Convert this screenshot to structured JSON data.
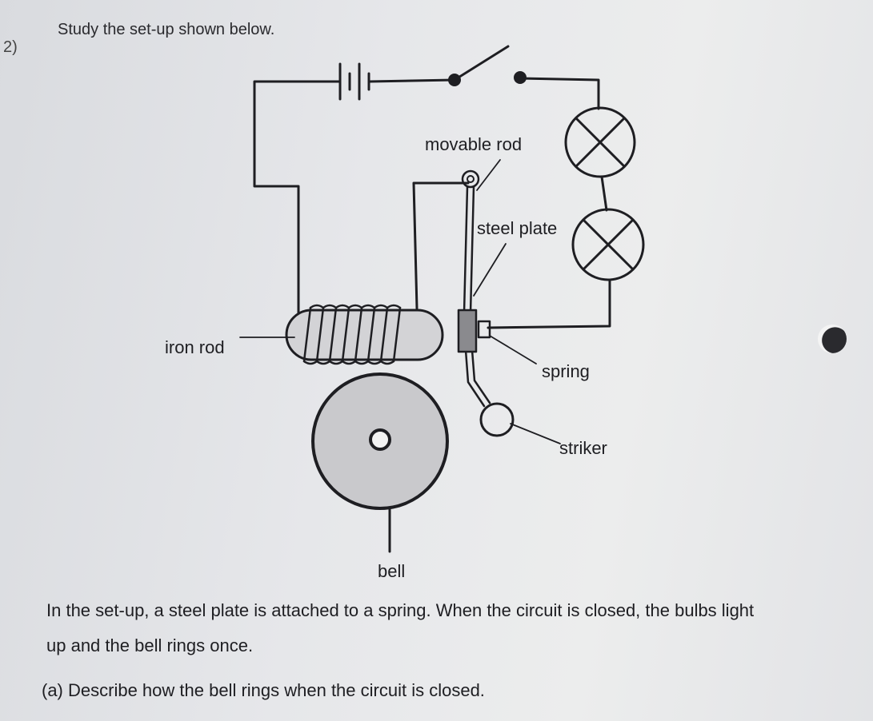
{
  "question": {
    "number": "2)",
    "intro": "Study the set-up shown below."
  },
  "diagram": {
    "labels": {
      "movable_rod": "movable rod",
      "steel_plate": "steel plate",
      "iron_rod": "iron rod",
      "spring": "spring",
      "striker": "striker",
      "bell": "bell"
    }
  },
  "text": {
    "paragraph_line1": "In the set-up, a steel plate is attached to a spring. When the circuit is closed, the bulbs light",
    "paragraph_line2": "up and the bell rings once.",
    "part_a": "(a) Describe how the bell rings when the circuit is closed."
  },
  "colors": {
    "ink": "#1e1e22",
    "bell_fill": "#c9c9cc",
    "plate_fill": "#8a8a8e"
  }
}
